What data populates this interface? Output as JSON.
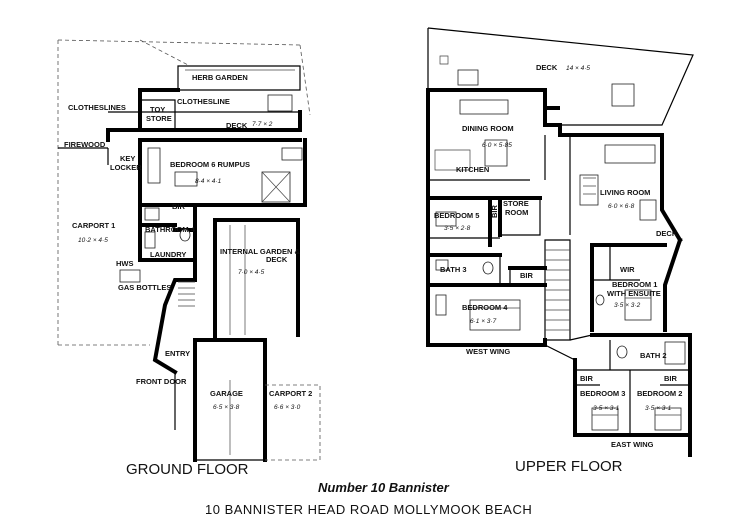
{
  "ground_floor": {
    "title": "GROUND FLOOR",
    "rooms": {
      "herb_garden": "HERB GARDEN",
      "clotheslines": "CLOTHESLINES",
      "toy_store_1": "TOY",
      "toy_store_2": "STORE",
      "clothesline": "CLOTHESLINE",
      "deck": "DECK",
      "deck_dim": "7·7 × 2",
      "firewood": "FIREWOOD",
      "key_locker_1": "KEY",
      "key_locker_2": "LOCKER",
      "bedroom_rumpus": "BEDROOM 6 RUMPUS",
      "bedroom_rumpus_dim": "8·4 × 4·1",
      "carport1": "CARPORT 1",
      "carport1_dim": "10·2 × 4·5",
      "bir": "BIR",
      "bathroom": "BATHROOM 4",
      "laundry": "LAUNDRY",
      "hws": "HWS",
      "gas_bottles": "GAS BOTTLES",
      "internal_garden_1": "INTERNAL GARDEN &",
      "internal_garden_2": "DECK",
      "internal_garden_dim": "7·0 × 4·5",
      "entry": "ENTRY",
      "front_door": "FRONT DOOR",
      "garage": "GARAGE",
      "garage_dim": "6·5 × 3·8",
      "carport2": "CARPORT 2",
      "carport2_dim": "6·6 × 3·0"
    }
  },
  "upper_floor": {
    "title": "UPPER FLOOR",
    "rooms": {
      "deck": "DECK",
      "deck_dim": "14 × 4·5",
      "dining": "DINING ROOM",
      "dining_dim": "6·0 × 5·85",
      "kitchen": "KITCHEN",
      "living": "LIVING ROOM",
      "living_dim": "6·0 × 6·8",
      "bedroom5": "BEDROOM 5",
      "bedroom5_dim": "3·5 × 2·8",
      "bir_vert": "BIR",
      "store_1": "STORE",
      "store_2": "ROOM",
      "deck_side": "DECK",
      "bath3": "BATH 3",
      "bir_mid": "BIR",
      "wir": "WIR",
      "bedroom1_1": "BEDROOM 1",
      "bedroom1_2": "WITH ENSUITE",
      "bedroom1_dim": "3·5 × 3·2",
      "bedroom4": "BEDROOM 4",
      "bedroom4_dim": "6·1 × 3·7",
      "west_wing": "WEST WING",
      "bath2": "BATH 2",
      "bir_left": "BIR",
      "bir_right": "BIR",
      "bedroom3": "BEDROOM 3",
      "bedroom3_dim": "3·5 × 3·1",
      "bedroom2": "BEDROOM 2",
      "bedroom2_dim": "3·5 × 3·1",
      "east_wing": "EAST WING"
    }
  },
  "caption": "Number 10 Bannister",
  "address": "10 BANNISTER HEAD ROAD MOLLYMOOK BEACH"
}
